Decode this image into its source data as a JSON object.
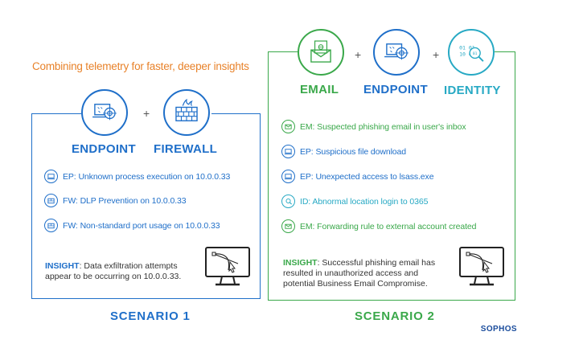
{
  "headline": "Combining telemetry for faster, deeper insights",
  "colors": {
    "blue": "#1f6fc9",
    "green": "#3aa84a",
    "teal": "#27a9c4",
    "orange": "#e8822a",
    "navy": "#1a4c9c"
  },
  "scenario1": {
    "label": "SCENARIO 1",
    "categories": [
      {
        "label": "ENDPOINT",
        "icon": "laptop-target-icon"
      },
      {
        "label": "FIREWALL",
        "icon": "firewall-icon"
      }
    ],
    "plus": "+",
    "events": [
      {
        "text": "EP: Unknown process execution on 10.0.0.33",
        "icon": "laptop-icon"
      },
      {
        "text": "FW: DLP Prevention on 10.0.0.33",
        "icon": "firewall-icon"
      },
      {
        "text": "FW: Non-standard port usage on 10.0.0.33",
        "icon": "firewall-icon"
      }
    ],
    "insight_label": "INSIGHT",
    "insight_text": ": Data exfiltration attempts appear to be occurring on 10.0.0.33."
  },
  "scenario2": {
    "label": "SCENARIO 2",
    "categories": [
      {
        "label": "EMAIL",
        "icon": "email-icon"
      },
      {
        "label": "ENDPOINT",
        "icon": "laptop-target-icon"
      },
      {
        "label": "IDENTITY",
        "icon": "identity-search-icon"
      }
    ],
    "plus": "+",
    "events": [
      {
        "text": "EM: Suspected phishing email in user's inbox",
        "icon": "email-icon"
      },
      {
        "text": "EP: Suspicious file download",
        "icon": "laptop-icon"
      },
      {
        "text": "EP: Unexpected access to lsass.exe",
        "icon": "laptop-icon"
      },
      {
        "text": "ID: Abnormal location login to 0365",
        "icon": "identity-icon"
      },
      {
        "text": "EM: Forwarding rule to external account created",
        "icon": "email-icon"
      }
    ],
    "insight_label": "INSIGHT",
    "insight_text": ": Successful phishing email has resulted in unauthorized access and potential Business Email Compromise."
  },
  "brand": "SOPHOS"
}
